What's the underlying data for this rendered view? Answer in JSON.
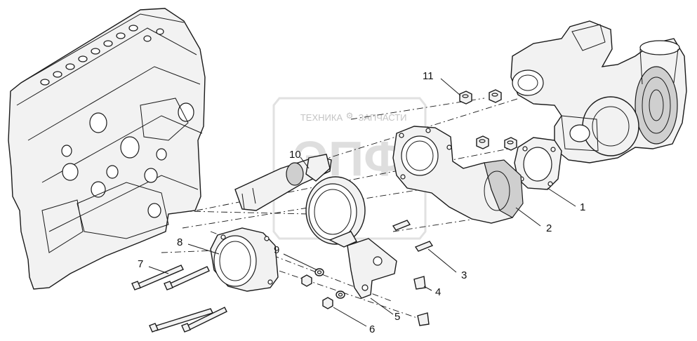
{
  "watermark": {
    "top_text": "ТЕХНИКА",
    "bottom_text": "ЗАПЧАСТИ",
    "logo_text": "ЭПФ"
  },
  "callouts": {
    "c1": "1",
    "c2": "2",
    "c3": "3",
    "c4": "4",
    "c5": "5",
    "c6": "6",
    "c7": "7",
    "c8": "8",
    "c9": "9",
    "c10": "10",
    "c11": "11"
  },
  "colors": {
    "line": "#1a1a1a",
    "fill": "#f2f2f2",
    "watermark": "#c4c4c4"
  }
}
